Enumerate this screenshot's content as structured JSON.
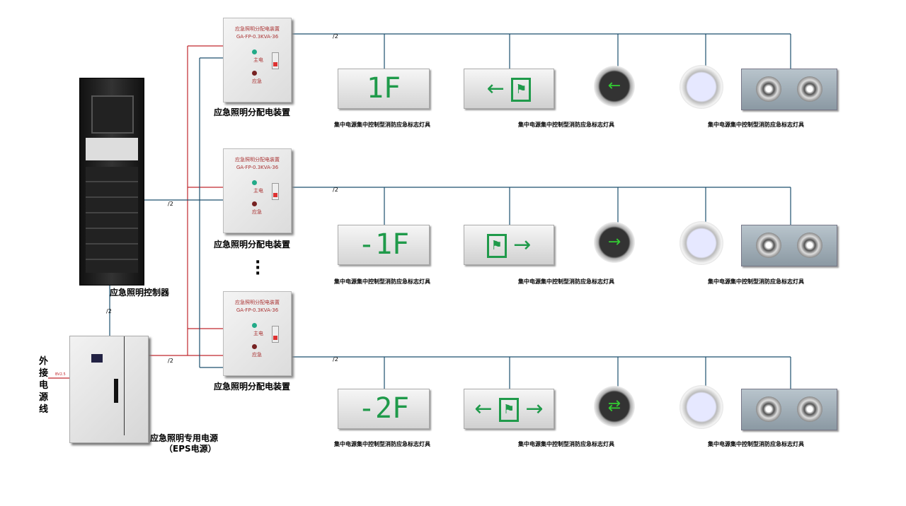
{
  "controller": {
    "label": "应急照明控制器"
  },
  "eps": {
    "label": "应急照明专用电源",
    "sublabel": "（EPS电源）"
  },
  "external_power": {
    "label": "外接电源线",
    "cable": "BV2.5"
  },
  "wire_mark": "/2",
  "distribution_boxes": [
    {
      "label": "应急照明分配电装置",
      "panel_title": "应急照明分配电装置",
      "model": "GA-FP-0.3KVA-36",
      "main": "主电",
      "emergency": "应急"
    },
    {
      "label": "应急照明分配电装置",
      "panel_title": "应急照明分配电装置",
      "model": "GA-FP-0.3KVA-36",
      "main": "主电",
      "emergency": "应急"
    },
    {
      "label": "应急照明分配电装置",
      "panel_title": "应急照明分配电装置",
      "model": "GA-FP-0.3KVA-36",
      "main": "主电",
      "emergency": "应急"
    }
  ],
  "rows": [
    {
      "floor": "1F",
      "exit_arrows": "left",
      "round_arrow": "←",
      "captions": [
        "集中电源集中控制型消防应急标志灯具",
        "集中电源集中控制型消防应急标志灯具",
        "集中电源集中控制型消防应急标志灯具"
      ]
    },
    {
      "floor": "-1F",
      "exit_arrows": "right",
      "round_arrow": "→",
      "captions": [
        "集中电源集中控制型消防应急标志灯具",
        "集中电源集中控制型消防应急标志灯具",
        "集中电源集中控制型消防应急标志灯具"
      ]
    },
    {
      "floor": "-2F",
      "exit_arrows": "both",
      "round_arrow": "⇄",
      "captions": [
        "集中电源集中控制型消防应急标志灯具",
        "集中电源集中控制型消防应急标志灯具",
        "集中电源集中控制型消防应急标志灯具"
      ]
    }
  ],
  "colors": {
    "power_wire": "#c0272d",
    "signal_wire": "#1c4f6e",
    "sign_green": "#1f9a4a"
  }
}
